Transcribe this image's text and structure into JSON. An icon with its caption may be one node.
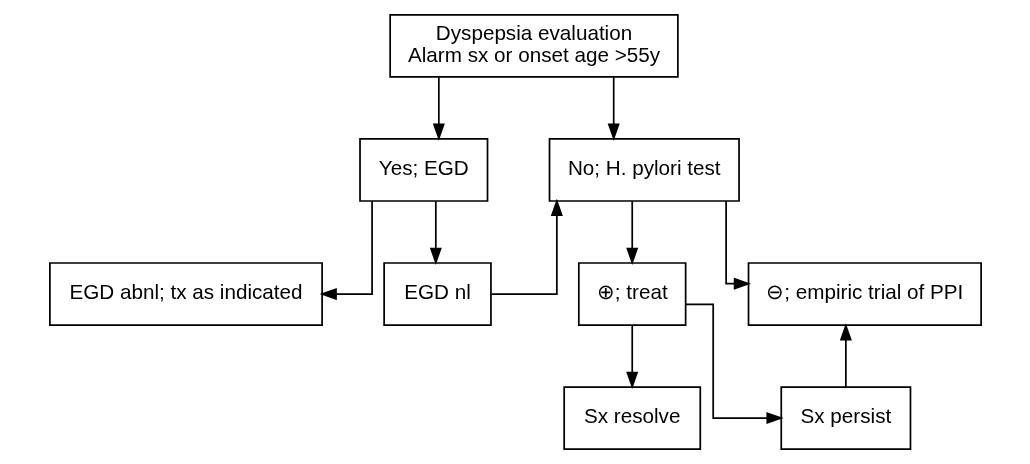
{
  "diagram": {
    "nodes": [
      {
        "text": [
          "Dyspepsia evaluation",
          "Alarm sx or onset age >55y"
        ]
      },
      {
        "text": [
          "Yes; EGD"
        ]
      },
      {
        "text": [
          "No; H. pylori test"
        ]
      },
      {
        "text": [
          "EGD abnl; tx as indicated"
        ]
      },
      {
        "text": [
          "EGD nl"
        ]
      },
      {
        "text": [
          "⊕; treat"
        ]
      },
      {
        "text": [
          "⊖; empiric trial of PPI"
        ]
      },
      {
        "text": [
          "Sx resolve"
        ]
      },
      {
        "text": [
          "Sx persist"
        ]
      }
    ],
    "edges": [
      {
        "from": 0,
        "to": 1,
        "arrow": "to"
      },
      {
        "from": 0,
        "to": 2,
        "arrow": "to"
      },
      {
        "from": 1,
        "to": 3,
        "arrow": "to"
      },
      {
        "from": 1,
        "to": 4,
        "arrow": "to"
      },
      {
        "from": 4,
        "to": 2,
        "arrow": "to"
      },
      {
        "from": 2,
        "to": 5,
        "arrow": "to"
      },
      {
        "from": 2,
        "to": 6,
        "arrow": "to"
      },
      {
        "from": 5,
        "to": 7,
        "arrow": "to"
      },
      {
        "from": 5,
        "to": 8,
        "arrow": "to"
      },
      {
        "from": 8,
        "to": 6,
        "arrow": "to"
      }
    ]
  }
}
